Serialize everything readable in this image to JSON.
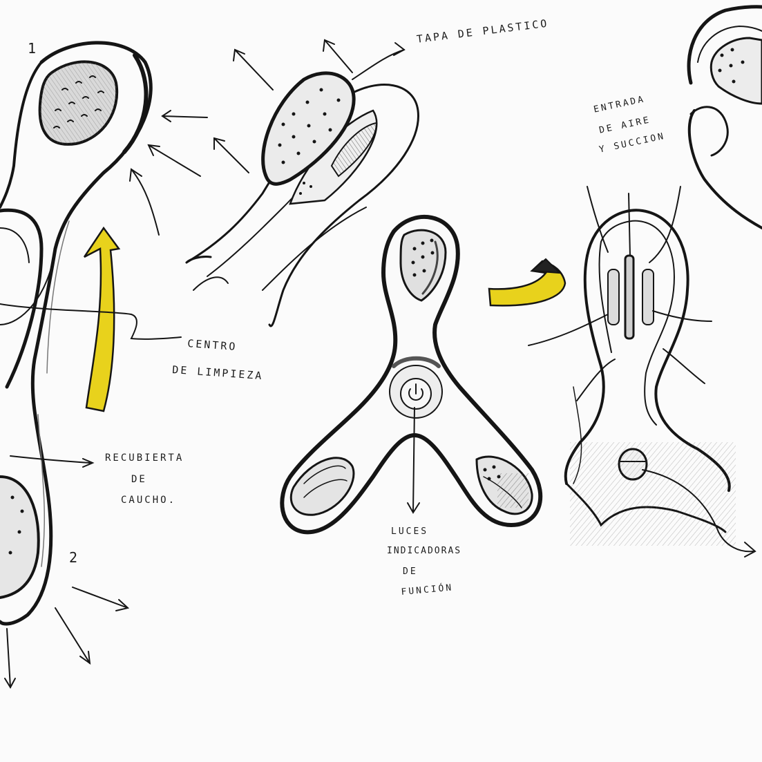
{
  "sketch": {
    "numbers": [
      "1",
      "2"
    ],
    "labels": {
      "tapa": "TAPA DE PLASTICO",
      "entrada_l1": "ENTRADA",
      "entrada_l2": "DE AIRE",
      "entrada_l3": "Y SUCCION",
      "centro_l1": "CENTRO",
      "centro_l2": "DE LIMPIEZA",
      "recub_l1": "RECUBIERTA",
      "recub_l2": "DE",
      "recub_l3": "CAUCHO.",
      "luces_l1": "LUCES",
      "luces_l2": "INDICADORAS",
      "luces_l3": "DE",
      "luces_l4": "FUNCIÓN"
    },
    "colors": {
      "ink": "#151515",
      "highlight": "#e8d21c",
      "paper": "#fbfbfb",
      "shade": "#9a9a9a"
    },
    "icons": [
      "power-icon"
    ]
  }
}
